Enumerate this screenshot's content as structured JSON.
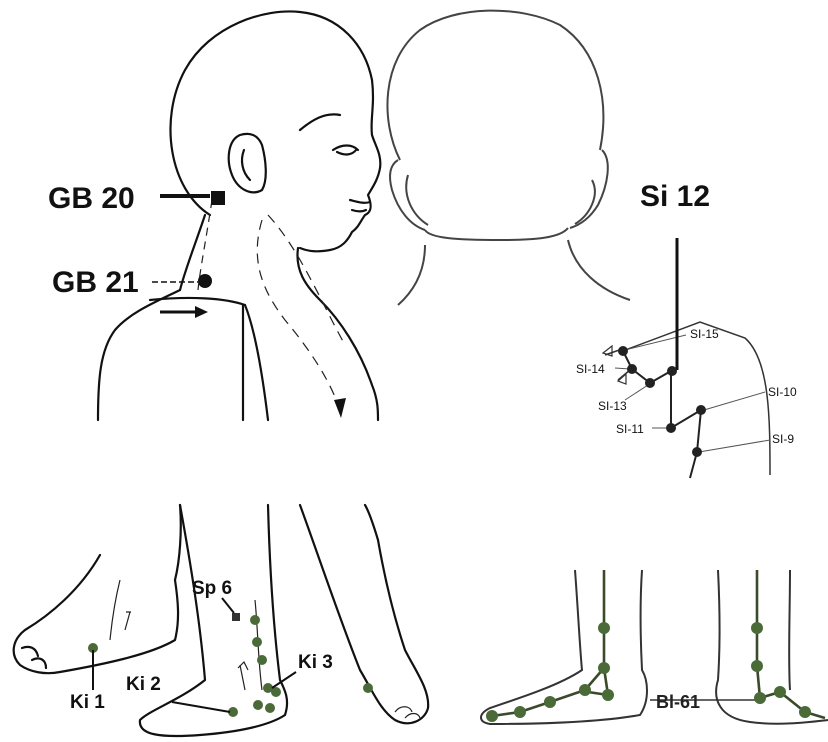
{
  "labels": {
    "gb20": "GB 20",
    "gb21": "GB 21",
    "si12": "Si 12",
    "si15": "SI-15",
    "si14": "SI-14",
    "si13": "SI-13",
    "si11": "SI-11",
    "si10": "SI-10",
    "si9": "SI-9",
    "sp6": "Sp 6",
    "ki1": "Ki 1",
    "ki2": "Ki 2",
    "ki3": "Ki 3",
    "bl61": "Bl-61"
  },
  "colors": {
    "outline": "#111111",
    "point_dark": "#222222",
    "point_green": "#4a6a38",
    "meridian_line": "#3a4a2a"
  }
}
